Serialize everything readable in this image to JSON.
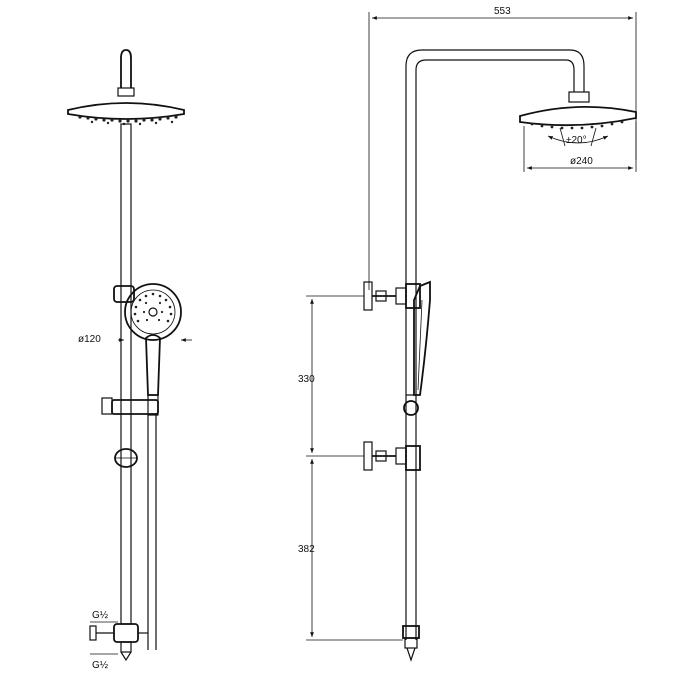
{
  "colors": {
    "ink": "#111111",
    "paper": "#ffffff",
    "fill_dark": "#222222",
    "fill_light": "#f4f4f4"
  },
  "dimensions": {
    "overall_width": "553",
    "head_diameter": "ø240",
    "head_tilt": "±20°",
    "hand_shower_diameter": "ø120",
    "upper_bracket_spacing": "330",
    "lower_bracket_spacing": "382",
    "inlet_upper": "G½",
    "inlet_lower": "G½"
  }
}
